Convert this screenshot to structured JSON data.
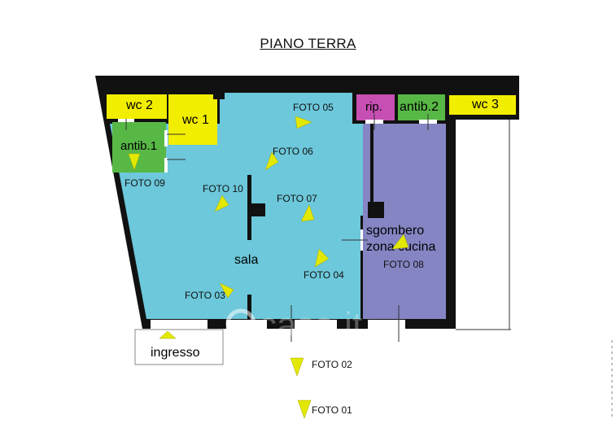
{
  "title": "PIANO TERRA",
  "rooms": {
    "wc2": "wc 2",
    "wc1": "wc 1",
    "antib1": "antib.1",
    "rip": "rip.",
    "antib2": "antib.2",
    "wc3": "wc 3",
    "sala": "sala",
    "sgombero": "sgombero",
    "zona_cucina": "zona cucina",
    "ingresso": "ingresso"
  },
  "photos": {
    "foto01": "FOTO 01",
    "foto02": "FOTO 02",
    "foto03": "FOTO 03",
    "foto04": "FOTO 04",
    "foto05": "FOTO 05",
    "foto06": "FOTO 06",
    "foto07": "FOTO 07",
    "foto08": "FOTO 08",
    "foto09": "FOTO 09",
    "foto10": "FOTO 10"
  },
  "watermark": "casa.it",
  "colors": {
    "sala": "#6cc8da",
    "sgombero": "#8585c4",
    "wc": "#f2ee00",
    "antib": "#58b846",
    "rip": "#c74fb3",
    "wall": "#111111",
    "photo_marker": "#e3e800"
  }
}
